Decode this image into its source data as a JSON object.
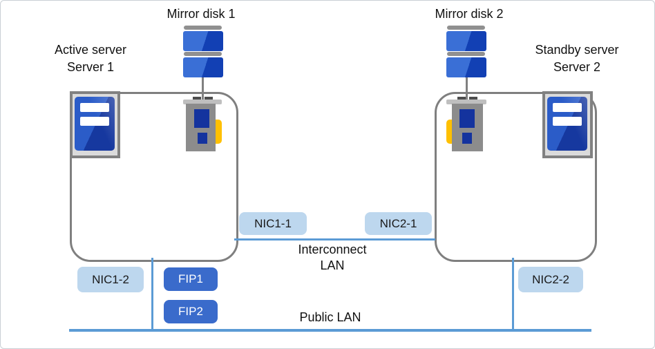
{
  "diagram": {
    "nodes": {
      "active_server": {
        "line1": "Active server",
        "line2": "Server 1"
      },
      "standby_server": {
        "line1": "Standby server",
        "line2": "Server 2"
      },
      "mirror_disk_1": {
        "label": "Mirror disk 1"
      },
      "mirror_disk_2": {
        "label": "Mirror disk 2"
      }
    },
    "badges": {
      "nic1_1": "NIC1-1",
      "nic1_2": "NIC1-2",
      "nic2_1": "NIC2-1",
      "nic2_2": "NIC2-2",
      "fip1": "FIP1",
      "fip2": "FIP2"
    },
    "networks": {
      "interconnect": {
        "line1": "Interconnect",
        "line2": "LAN"
      },
      "public": {
        "label": "Public LAN"
      }
    },
    "colors": {
      "lan_line": "#5B9BD5",
      "nic_badge_bg": "#BDD7EE",
      "fip_badge_bg": "#3A6BCB",
      "server_border": "#7F7F7F",
      "disk_blue_light": "#3A6FD6",
      "disk_blue_dark": "#1240B4",
      "tower_blue": "#2B5CC8",
      "card_gray": "#8C8C8C",
      "card_navy": "#14339E",
      "card_yellow": "#FFC000"
    }
  }
}
